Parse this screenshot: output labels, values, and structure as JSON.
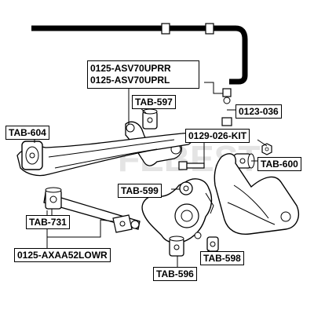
{
  "labels": {
    "upper_arm_a": "0125-ASV70UPRR",
    "upper_arm_b": "0125-ASV70UPRL",
    "tab_597": "TAB-597",
    "link_0123": "0123-036",
    "tab_604": "TAB-604",
    "kit_0129": "0129-026-KIT",
    "tab_600": "TAB-600",
    "tab_599": "TAB-599",
    "tab_731": "TAB-731",
    "lower_arm": "0125-AXAA52LOWR",
    "tab_598": "TAB-598",
    "tab_596": "TAB-596"
  },
  "watermark": "FEBEST"
}
